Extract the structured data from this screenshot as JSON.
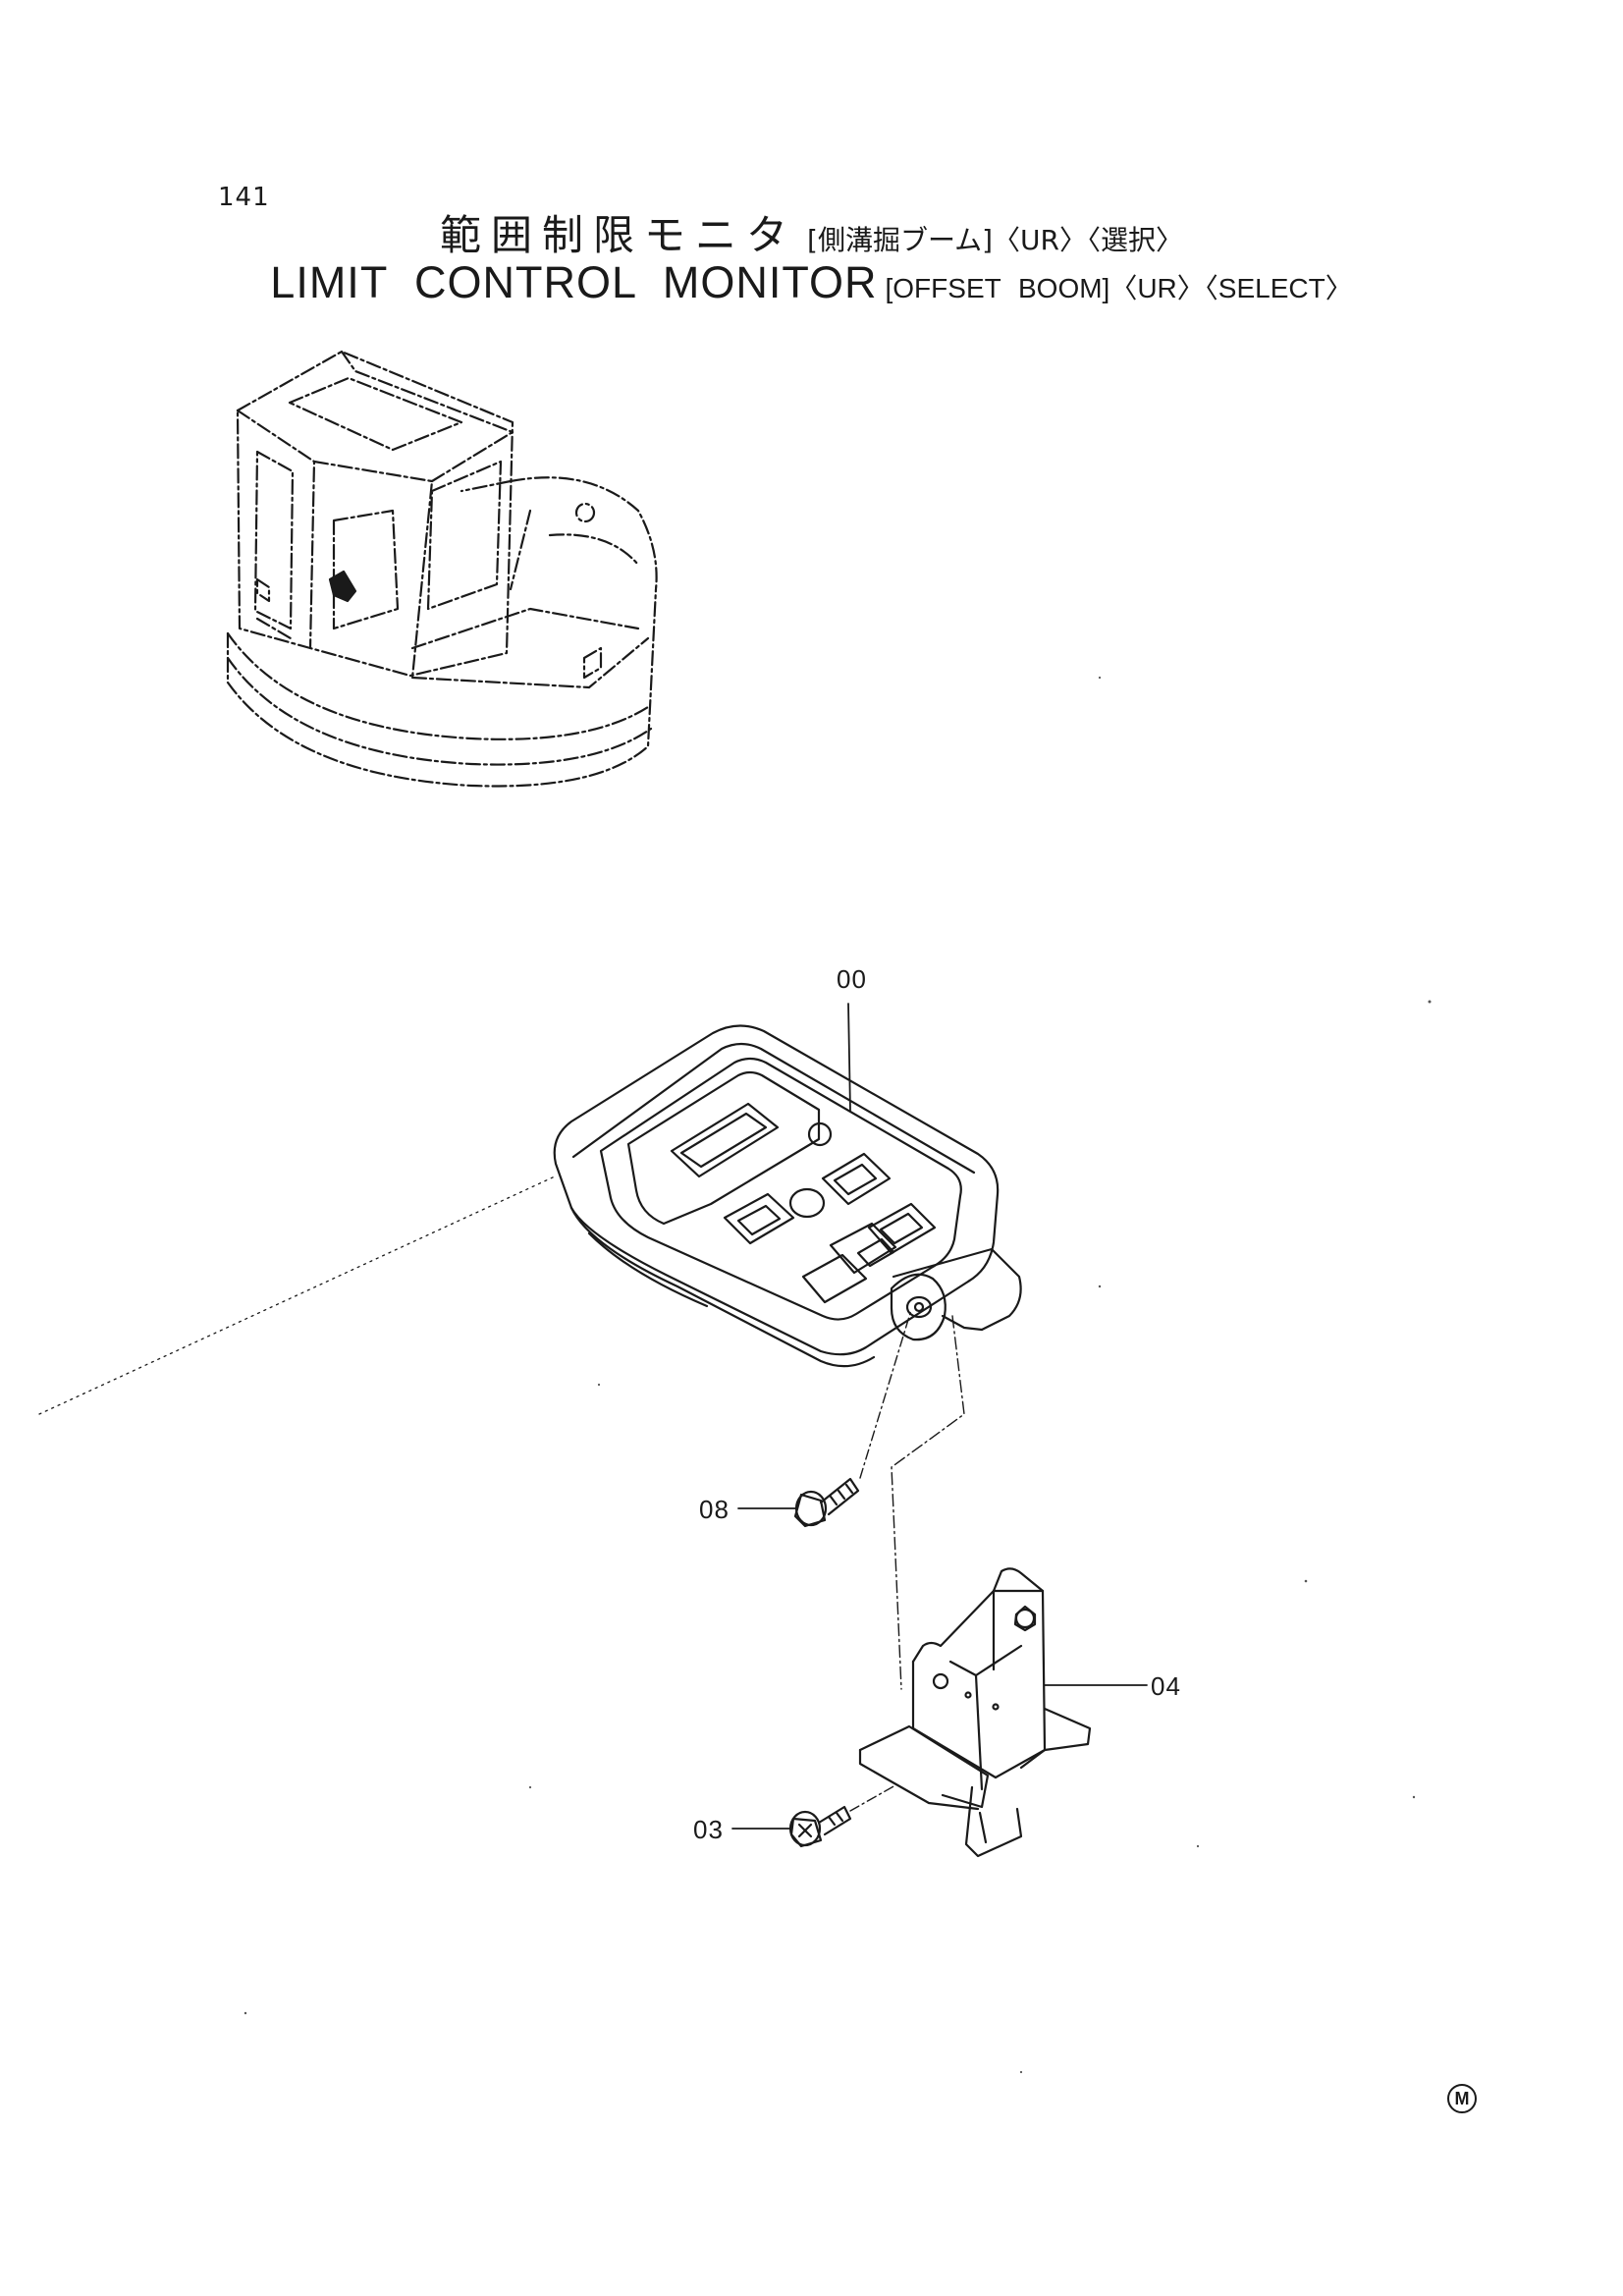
{
  "page_number": "141",
  "title": {
    "jp_main": "範囲制限モニタ",
    "jp_tag": "[側溝掘ブーム]〈UR〉〈選択〉",
    "en_main": "LIMIT CONTROL MONITOR",
    "en_tag": "[OFFSET BOOM]〈UR〉〈SELECT〉"
  },
  "callouts": {
    "monitor": "00",
    "bolt_upper": "08",
    "bracket": "04",
    "bolt_lower": "03"
  },
  "corner_mark": "M"
}
